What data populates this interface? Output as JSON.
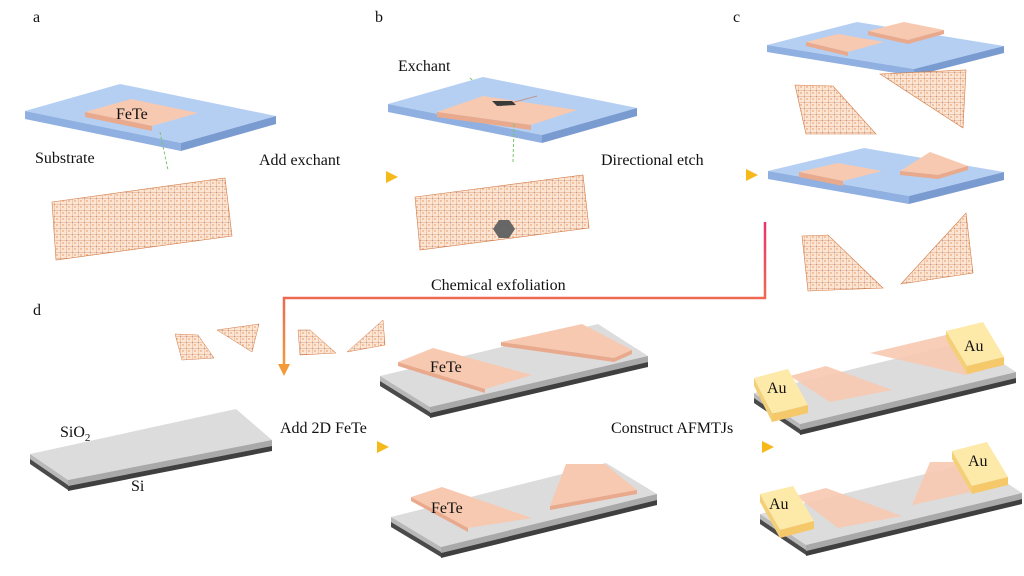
{
  "panels": {
    "a": "a",
    "b": "b",
    "c": "c",
    "d": "d"
  },
  "labels": {
    "fete_a": "FeTe",
    "substrate": "Substrate",
    "exchant": "Exchant",
    "add_exchant": "Add exchant",
    "directional_etch": "Directional etch",
    "chemical_exfoliation": "Chemical exfoliation",
    "sio2_main": "SiO",
    "sio2_sub": "2",
    "si": "Si",
    "add_2d_fete": "Add 2D FeTe",
    "fete_d1": "FeTe",
    "fete_d2": "FeTe",
    "construct_afmtjs": "Construct AFMTJs",
    "au1": "Au",
    "au2": "Au",
    "au3": "Au",
    "au4": "Au"
  },
  "colors": {
    "substrate_top": "#b5cff3",
    "substrate_side": "#8fb0e0",
    "flake_top": "#f7c9b0",
    "flake_side": "#e9a98c",
    "chip_top": "#dcdcdc",
    "chip_side": "#a9a9a9",
    "chip_base": "#4a4a4a",
    "gold_top": "#fde9a8",
    "gold_side": "#f5c86a",
    "arrow_start": "#e8336e",
    "arrow_end": "#f5b91c",
    "lattice_orange": "#e8894a",
    "lattice_blue": "#6a7fd0"
  }
}
